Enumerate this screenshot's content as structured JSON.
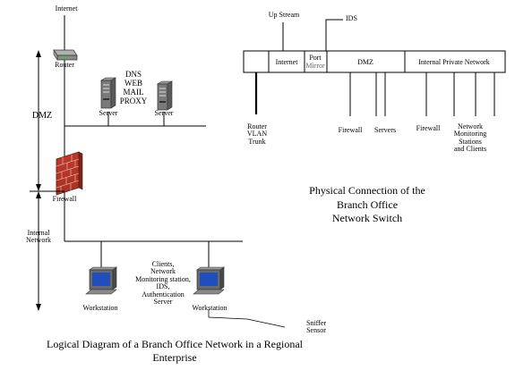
{
  "logical": {
    "internet": "Internet",
    "router": "Router",
    "dmz": "DMZ",
    "dmz_services": "DNS\nWEB\nMAIL\nPROXY",
    "server_1": "Server",
    "server_2": "Server",
    "firewall": "Firewall",
    "internal_network": "Internal\nNetwork",
    "clients": "Clients,\nNetwork\nMonitoring station,\nIDS,\nAuthentication\nServer",
    "workstation_1": "Workstation",
    "workstation_2": "Workstation",
    "sniffer_sensor": "Sniffer\nSensor",
    "caption": "Logical Diagram of a Branch Office Network in a Regional\nEnterprise"
  },
  "physical": {
    "upstream": "Up Stream",
    "ids": "IDS",
    "ports": {
      "internet": "Internet",
      "port_line1": "Port",
      "port_line2": "Mirror",
      "dmz": "DMZ",
      "internal": "Internal Private Network"
    },
    "router_trunk": "Router\nVLAN\nTrunk",
    "dmz_firewall": "Firewall",
    "dmz_servers": "Servers",
    "internal_firewall": "Firewall",
    "monitoring_clients": "Network\nMonitoring\nStations\nand Clients",
    "caption": "Physical Connection of the Branch Office\nNetwork Switch"
  },
  "colors": {
    "firewall_brick": "#c0392b",
    "screen_blue": "#1f4fbf",
    "device_grey": "#7a7a7a"
  }
}
